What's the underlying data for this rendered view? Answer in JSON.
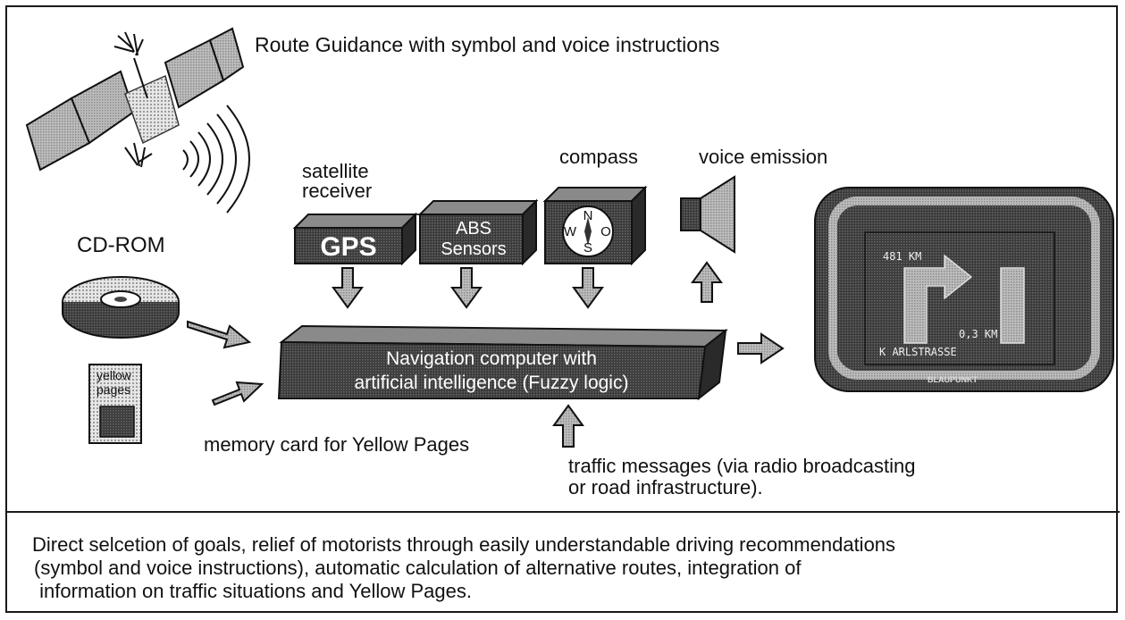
{
  "title": "Route Guidance with symbol and  voice  instructions",
  "labels": {
    "satellite_receiver_line1": "satellite",
    "satellite_receiver_line2": "receiver",
    "compass": "compass",
    "voice_emission": "voice emission",
    "cd_rom": "CD-ROM",
    "memory_card": "memory card for Yellow Pages",
    "traffic_line1": "traffic messages (via radio broadcasting",
    "traffic_line2": "or road  infrastructure)."
  },
  "boxes": {
    "gps": "GPS",
    "abs_line1": "ABS",
    "abs_line2": "Sensors",
    "nav_line1": "Navigation computer with",
    "nav_line2": "artificial intelligence (Fuzzy logic)"
  },
  "compass_letters": {
    "n": "N",
    "w": "W",
    "o": "O",
    "s": "S"
  },
  "yellow_pages_card": {
    "line1": "yellow",
    "line2": "pages"
  },
  "display": {
    "distance_top": "481 KM",
    "distance_turn": "0,3 KM",
    "street": "K ARLSTRASSE",
    "brand": "BLAUPUNKT"
  },
  "description": {
    "line1": "Direct selcetion of goals, relief of motorists through easily understandable driving recommendations",
    "line2": "(symbol and voice instructions), automatic calculation of   alternative routes, integration of",
    "line3": " information on traffic situations and Yellow Pages."
  },
  "colors": {
    "box_fill": "#4a4a4a",
    "box_top": "#8a8a8a",
    "ink": "#111111"
  }
}
